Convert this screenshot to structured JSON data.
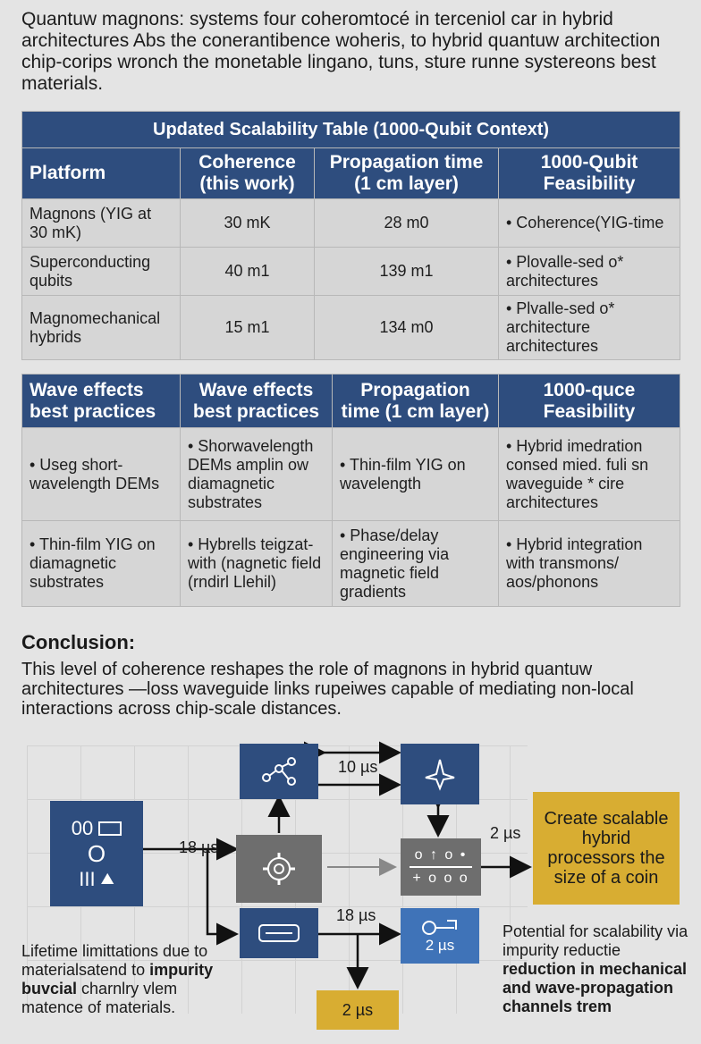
{
  "intro": "Quantuw magnons: systems four coheromtocé in terceniol car in hybrid architectures Abs the conerantibence woheris, to hybrid quantuw architection chip-corips wronch the monetable lingano, tuns, sture runne systereons best materials.",
  "table1": {
    "caption": "Updated Scalability Table (1000-Qubit Context)",
    "headers": [
      "Platform",
      "Coherence (this work)",
      "Propagation time (1 cm layer)",
      "1000-Qubit Feasibility"
    ],
    "rows": [
      [
        "Magnons (YIG at 30 mK)",
        "30 mK",
        "28 m0",
        "• Coherence(YIG-time"
      ],
      [
        "Superconducting qubits",
        "40 m1",
        "139 m1",
        "• Plovalle-sed o* architectures"
      ],
      [
        "Magnomechanical hybrids",
        "15 m1",
        "134 m0",
        "• Plvalle-sed o* architecture architectures"
      ]
    ]
  },
  "table2": {
    "headers": [
      "Wave effects best practices",
      "Wave effects best practices",
      "Propagation time (1 cm layer)",
      "1000-quce Feasibility"
    ],
    "rows": [
      [
        "• Useg short-wavelength DEMs",
        "• Shorwavelength DEMs amplin ow diamagnetic substrates",
        "• Thin-film YIG on wavelength",
        "• Hybrid imedration consed mied. fuli sn waveguide * cire architectures"
      ],
      [
        "• Thin-film YIG on diamagnetic substrates",
        "• Hybrells teigzat-with (nagnetic field (rndirl Llehil)",
        "• Phase/delay engineering via magnetic field gradients",
        "• Hybrid integration with transmons/ aos/phonons"
      ]
    ]
  },
  "conclusion": {
    "title": "Conclusion:",
    "text": "This level of coherence reshapes the role of magnons in hybrid quantuw architectures —loss waveguide links rupeiwes capable of mediating non-local interactions across chip-scale distances."
  },
  "diagram": {
    "left_box_glyphs": [
      "00",
      "O",
      "III"
    ],
    "center_glyphs": [
      "o ↑ o •",
      "+ o o o"
    ],
    "labels": {
      "top_mid": "10 µs",
      "left_mid": "18 µs",
      "bottom_mid": "18 µs",
      "right_mid": "2 µs",
      "blue_box": "2 µs",
      "bottom_gold": "2 µs"
    },
    "gold_box": "Create scalable hybrid processors the size of a coin",
    "left_note": {
      "line1": "Lifetime limittations due to materialsatend to",
      "bold": "impurity buvcial",
      "line3": "charnlry vlem matence of materials."
    },
    "right_note": {
      "line1": "Potential for scalability via impurity reductie",
      "bold": "reduction in mechanical and wave-propagation channels trem"
    }
  },
  "colors": {
    "navy": "#2e4d7e",
    "gold": "#d8ad32",
    "gray": "#6e6e6e",
    "blue": "#3f73b8"
  }
}
